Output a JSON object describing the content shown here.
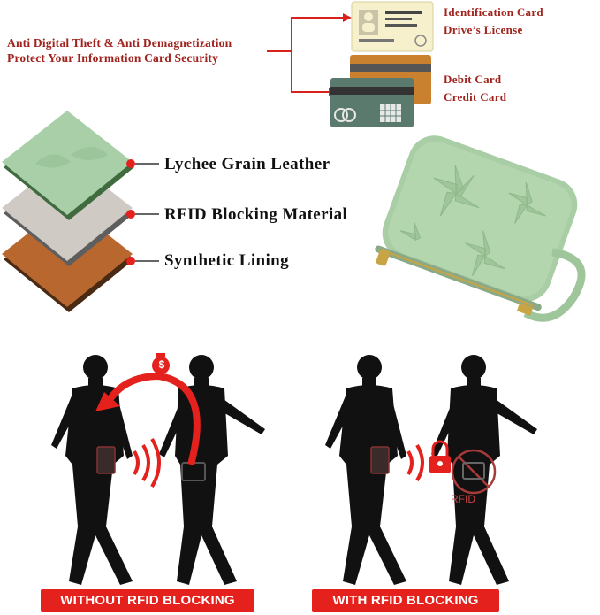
{
  "security": {
    "line1": "Anti Digital Theft & Anti Demagnetization",
    "line2": "Protect Your Information Card Security"
  },
  "cards": {
    "id_line1": "Identification Card",
    "id_line2": "Drive’s License",
    "debit_line1": "Debit Card",
    "debit_line2": "Credit Card"
  },
  "layers": [
    {
      "label": "Lychee Grain Leather",
      "color": "#a8cfa8"
    },
    {
      "label": "RFID Blocking Material",
      "color": "#cfcbc4"
    },
    {
      "label": "Synthetic Lining",
      "color": "#b8672e"
    }
  ],
  "scenes": {
    "without_label": "WITHOUT RFID BLOCKING",
    "with_label": "WITH RFID BLOCKING",
    "rfid_text": "RFID",
    "money_symbol": "$"
  },
  "colors": {
    "accent_red": "#e4211d",
    "text_red": "#a0231d",
    "wallet_green": "#a9cda5"
  }
}
